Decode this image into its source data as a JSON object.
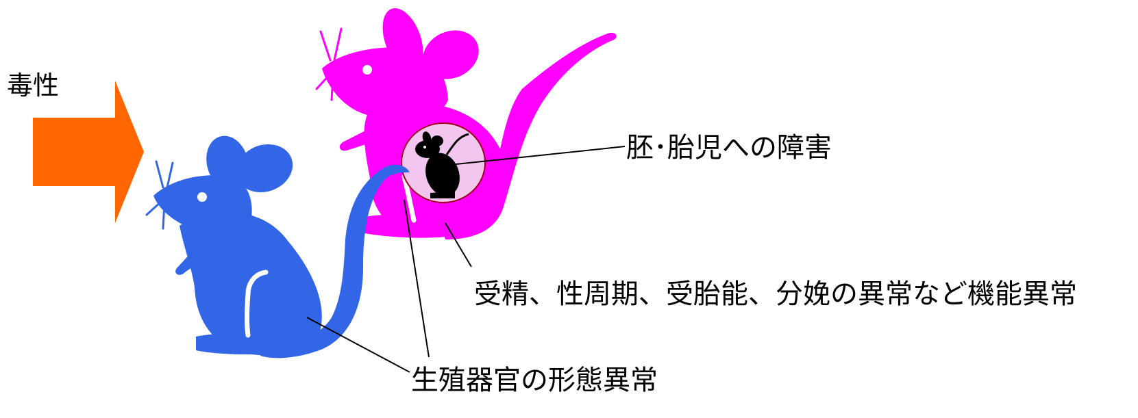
{
  "labels": {
    "toxicity": "毒性",
    "embryo_fetal_damage": "胚･胎児への障害",
    "functional_abnormality": "受精、性周期、受胎能、分娩の異常など機能異常",
    "reproductive_organ_morphology": "生殖器官の形態異常"
  },
  "colors": {
    "arrow": "#FF6600",
    "mouse_magenta": "#FF00FF",
    "mouse_blue": "#3366E6",
    "womb_fill": "#F2C6EE",
    "womb_border": "#A0001E",
    "fetus": "#000000",
    "leader_line": "#000000"
  }
}
